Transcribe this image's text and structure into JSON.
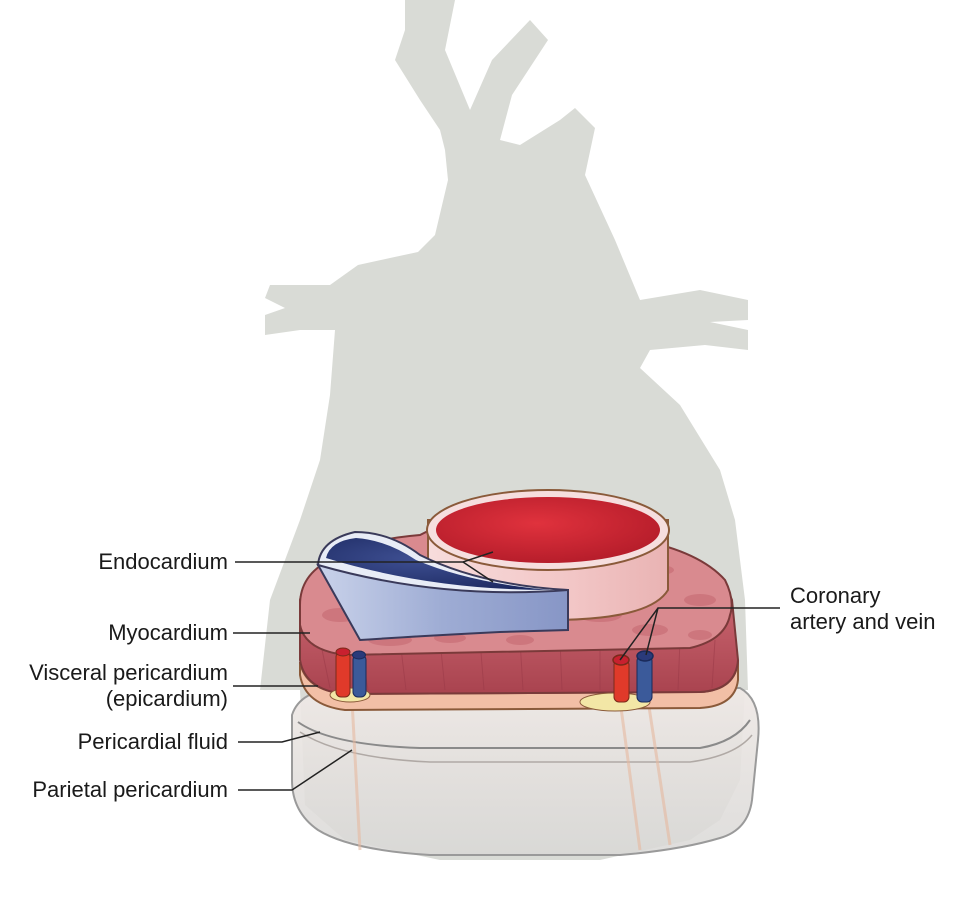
{
  "labels": {
    "endocardium": "Endocardium",
    "myocardium": "Myocardium",
    "visceral_line1": "Visceral pericardium",
    "visceral_line2": "(epicardium)",
    "pericardial_fluid": "Pericardial fluid",
    "parietal": "Parietal pericardium",
    "coronary_line1": "Coronary",
    "coronary_line2": "artery and vein"
  },
  "colors": {
    "heart_silhouette": "#d9dbd6",
    "myocardium": "#c9656f",
    "myocardium_top": "#d98a8f",
    "ventricle_left_cavity": "#c8202f",
    "ventricle_right_cavity": "#2a3a7a",
    "endocardium_wall": "#f1c9c9",
    "artery": "#e03a2a",
    "vein": "#3b5a9a",
    "fat": "#f3e7a6",
    "epicardium": "#f0b59a",
    "parietal_sac": "#e6e2df",
    "leader_line": "#222222"
  }
}
